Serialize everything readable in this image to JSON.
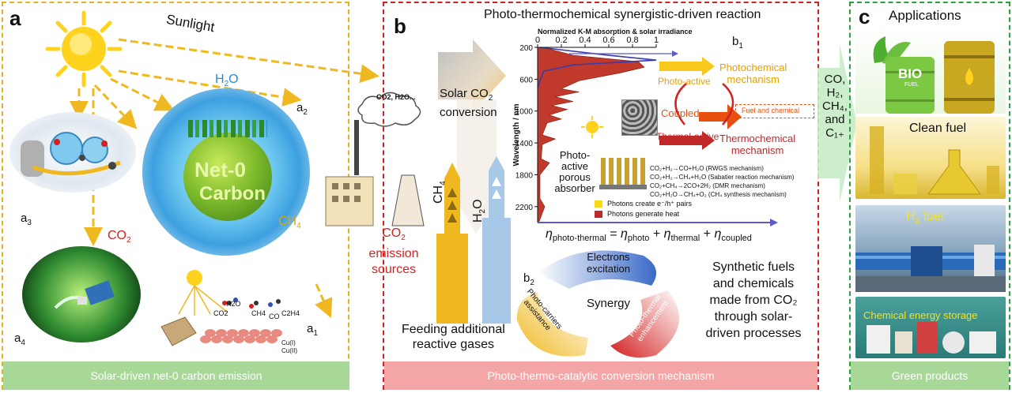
{
  "panels": {
    "a": {
      "letter": "a",
      "sunlight": "Sunlight",
      "h2o": "H",
      "h2o_sub": "2",
      "h2o_tail": "O",
      "net0_line1": "Net-0",
      "net0_line2": "Carbon",
      "co2": "CO",
      "co2_sub": "2",
      "ch4": "CH",
      "ch4_sub": "4",
      "a1": "a",
      "a1_sub": "1",
      "a2": "a",
      "a2_sub": "2",
      "a3": "a",
      "a3_sub": "3",
      "a4": "a",
      "a4_sub": "4",
      "footer": "Solar-driven net-0 carbon emission",
      "cu_i": "Cu(I)",
      "cu_ii": "Cu(II)",
      "mini_labels": [
        "CO2",
        "H2O",
        "CH4",
        "CO",
        "C2H4"
      ]
    },
    "b": {
      "letter": "b",
      "title": "Photo-thermochemical synergistic-driven reaction",
      "cloud_text": "CO2, H2O...",
      "emission_line1": "CO",
      "emission_sub": "2",
      "emission_line2": "emission",
      "emission_line3": "sources",
      "solar_line1": "Solar CO",
      "solar_sub": "2",
      "solar_line2": "conversion",
      "ch4": "CH",
      "ch4_sub": "4",
      "h2o": "H",
      "h2o_sub": "2",
      "h2o_tail": "O",
      "feeding_line1": "Feeding additional",
      "feeding_line2": "reactive gases",
      "b1": "b",
      "b1_sub": "1",
      "b2": "b",
      "b2_sub": "2",
      "chart_top_label": "Normalized K-M absorption & solar irradiance",
      "chart_ylabel": "Wavelength / nm",
      "photo_active": "Photo-active",
      "photochemical_line1": "Photochemical",
      "photochemical_line2": "mechanism",
      "coupled": "Coupled",
      "fuel_chem": "Fuel and chemical",
      "thermal_active": "Thermal-active",
      "thermochemical_line1": "Thermochemical",
      "thermochemical_line2": "mechanism",
      "absorber_lines": [
        "Photo-",
        "active",
        "porous",
        "absorber"
      ],
      "reactions": [
        "CO₂+H₂→CO+H₂O (RWGS mechanism)",
        "CO₂+H₂→CH₄+H₂O (Sabatier reaction mechanism)",
        "CO₂+CH₄→2CO+2H₂ (DMR mechanism)",
        "CO₂+H₂O→CH₄+O₂ (CH₄ synthesis mechanism)"
      ],
      "legend_photons_create": "Photons create e⁻/h⁺ pairs",
      "legend_photons_heat": "Photons generate heat",
      "equation": "ηphoto-thermal = ηphoto + ηthermal + ηcoupled",
      "eq_parts": {
        "eta": "η",
        "s1": "photo-thermal",
        "s2": "photo",
        "s3": "thermal",
        "s4": "coupled"
      },
      "electrons_line1": "Electrons",
      "electrons_line2": "excitation",
      "synergy": "Synergy",
      "photo_carriers_line1": "Photo-carriers",
      "photo_carriers_line2": "assistance",
      "photo_thermal_line1": "Photo-thermal",
      "photo_thermal_line2": "enhancement",
      "synthetic_lines": [
        "Synthetic fuels",
        "and chemicals",
        "made from CO₂",
        "through solar-",
        "driven processes"
      ],
      "footer": "Photo-thermo-catalytic conversion mechanism"
    },
    "c": {
      "letter": "c",
      "title": "Applications",
      "bio_line1": "BIO",
      "bio_line2": "FUEL",
      "clean_fuel": "Clean fuel",
      "h2_fuel": "H",
      "h2_sub": "2",
      "h2_tail": " fuel",
      "storage": "Chemical energy storage",
      "footer": "Green products",
      "transfer_lines": [
        "CO,",
        "H₂,",
        "CH₄,",
        "and",
        "C₁₊"
      ]
    }
  },
  "chart_data": {
    "type": "area",
    "title": "",
    "xlabel": "Normalized K-M absorption & solar irradiance",
    "ylabel": "Wavelength / nm",
    "xlim": [
      0,
      1.0
    ],
    "ylim": [
      200,
      2400
    ],
    "x_ticks": [
      0,
      0.2,
      0.4,
      0.6,
      0.8,
      1.0
    ],
    "y_ticks": [
      200,
      600,
      1000,
      1400,
      1800,
      2200
    ],
    "series": [
      {
        "name": "",
        "color": "#c0392b",
        "points": [
          [
            0.05,
            200
          ],
          [
            0.3,
            300
          ],
          [
            0.85,
            380
          ],
          [
            0.9,
            450
          ],
          [
            0.7,
            520
          ],
          [
            0.35,
            620
          ],
          [
            0.2,
            720
          ],
          [
            0.35,
            760
          ],
          [
            0.15,
            820
          ],
          [
            0.3,
            880
          ],
          [
            0.12,
            930
          ],
          [
            0.25,
            980
          ],
          [
            0.1,
            1050
          ],
          [
            0.2,
            1100
          ],
          [
            0.08,
            1150
          ],
          [
            0.04,
            1300
          ],
          [
            0.15,
            1350
          ],
          [
            0.04,
            1420
          ],
          [
            0.03,
            1600
          ],
          [
            0.1,
            1650
          ],
          [
            0.02,
            1800
          ],
          [
            0.02,
            2100
          ],
          [
            0.06,
            2200
          ],
          [
            0.01,
            2400
          ]
        ]
      },
      {
        "name": "",
        "color": "#3a3aaa",
        "points": [
          [
            0.02,
            200
          ],
          [
            0.6,
            300
          ],
          [
            1.0,
            360
          ],
          [
            0.3,
            420
          ],
          [
            0.05,
            500
          ],
          [
            0.0,
            700
          ]
        ]
      }
    ],
    "grid": false
  },
  "colors": {
    "panel_a_border": "#e8b020",
    "panel_b_border": "#d42020",
    "panel_c_border": "#2aa040",
    "footer_a": "#9ed08a",
    "footer_b": "#f08a8a",
    "footer_c": "#9ed08a",
    "sun": "#ffd21e",
    "arrow_yellow": "#f0b820",
    "red_text": "#d42020",
    "orange_text": "#e8a000"
  }
}
